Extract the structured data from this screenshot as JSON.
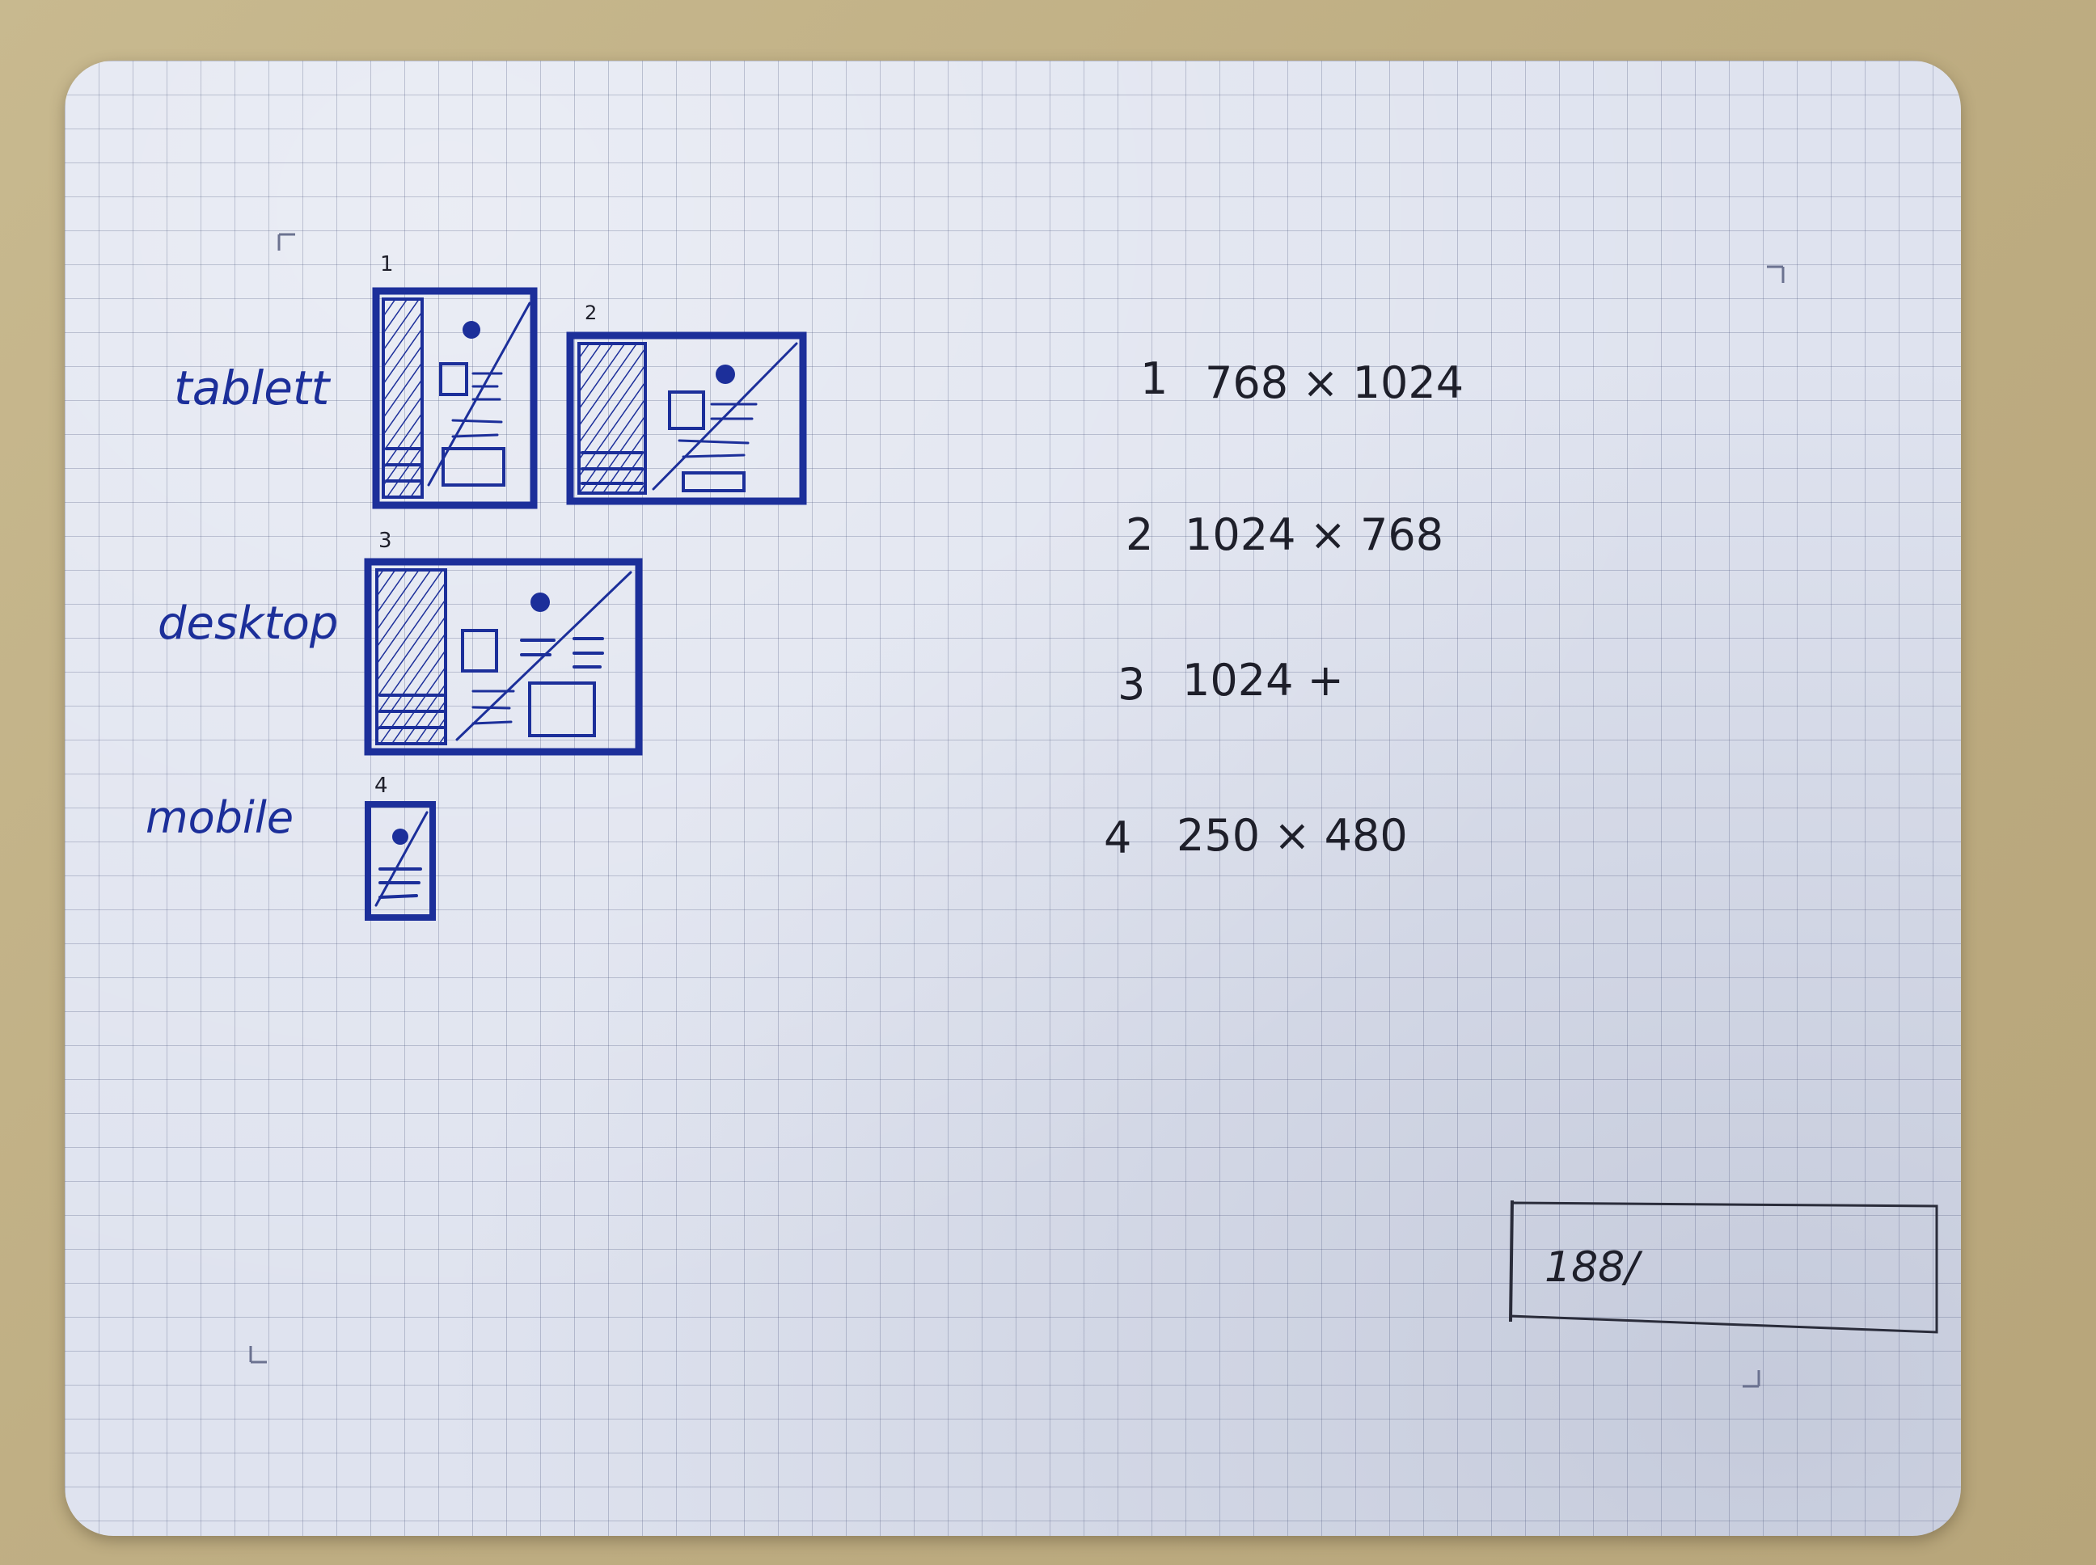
{
  "labels": {
    "tablet": "tablett",
    "desktop": "desktop",
    "mobile": "mobile"
  },
  "numbers": [
    "1",
    "2",
    "3",
    "4"
  ],
  "specs": [
    {
      "num": "1",
      "size": "768 × 1024"
    },
    {
      "num": "2",
      "size": "1024 × 768"
    },
    {
      "num": "3",
      "size": "1024 +"
    },
    {
      "num": "4",
      "size": "250 × 480"
    }
  ],
  "margin_note": "188/",
  "colors": {
    "ink": "#1c2f9a",
    "pencil": "#1e1f2a",
    "paper": "#dfe3ef",
    "table": "#c8b98f"
  }
}
